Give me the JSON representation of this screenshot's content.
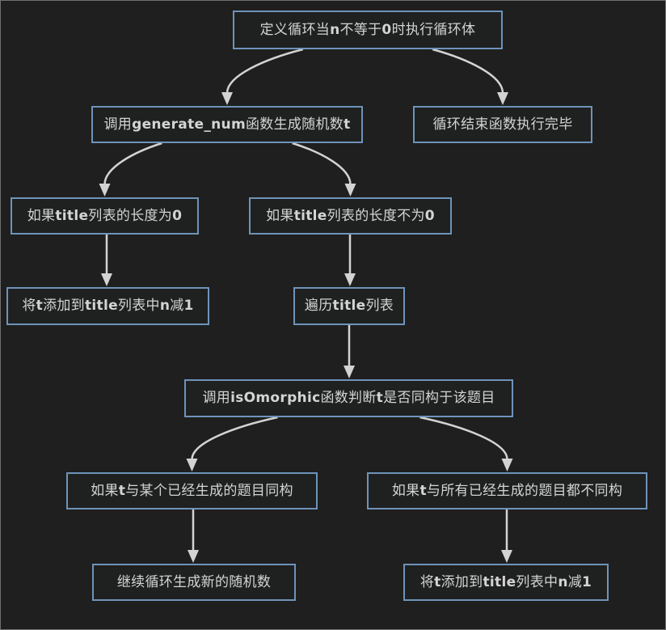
{
  "colors": {
    "background": "#1e1f1e",
    "node_fill": "#1f2020",
    "node_border": "#6e93ba",
    "arrow": "#d3d3d3",
    "text": "#d4d4d4"
  },
  "diagram": {
    "type": "flowchart",
    "direction": "top-down",
    "nodes": [
      {
        "id": "loop-def",
        "label": "定义循环当n不等于0时执行循环体"
      },
      {
        "id": "generate-num",
        "label": "调用generate_num函数生成随机数t"
      },
      {
        "id": "loop-end",
        "label": "循环结束函数执行完毕"
      },
      {
        "id": "title-len-zero",
        "label": "如果title列表的长度为0"
      },
      {
        "id": "title-len-nonzero",
        "label": "如果title列表的长度不为0"
      },
      {
        "id": "append-decrement-left",
        "label": "将t添加到title列表中n减1"
      },
      {
        "id": "traverse-title",
        "label": "遍历title列表"
      },
      {
        "id": "isomorphic-check",
        "label": "调用isOmorphic函数判断t是否同构于该题目"
      },
      {
        "id": "isomorphic-same",
        "label": "如果t与某个已经生成的题目同构"
      },
      {
        "id": "isomorphic-none",
        "label": "如果t与所有已经生成的题目都不同构"
      },
      {
        "id": "continue-loop",
        "label": "继续循环生成新的随机数"
      },
      {
        "id": "append-decrement-right",
        "label": "将t添加到title列表中n减1"
      }
    ],
    "edges": [
      {
        "from": "loop-def",
        "to": "generate-num"
      },
      {
        "from": "loop-def",
        "to": "loop-end"
      },
      {
        "from": "generate-num",
        "to": "title-len-zero"
      },
      {
        "from": "generate-num",
        "to": "title-len-nonzero"
      },
      {
        "from": "title-len-zero",
        "to": "append-decrement-left"
      },
      {
        "from": "title-len-nonzero",
        "to": "traverse-title"
      },
      {
        "from": "traverse-title",
        "to": "isomorphic-check"
      },
      {
        "from": "isomorphic-check",
        "to": "isomorphic-same"
      },
      {
        "from": "isomorphic-check",
        "to": "isomorphic-none"
      },
      {
        "from": "isomorphic-same",
        "to": "continue-loop"
      },
      {
        "from": "isomorphic-none",
        "to": "append-decrement-right"
      }
    ]
  }
}
